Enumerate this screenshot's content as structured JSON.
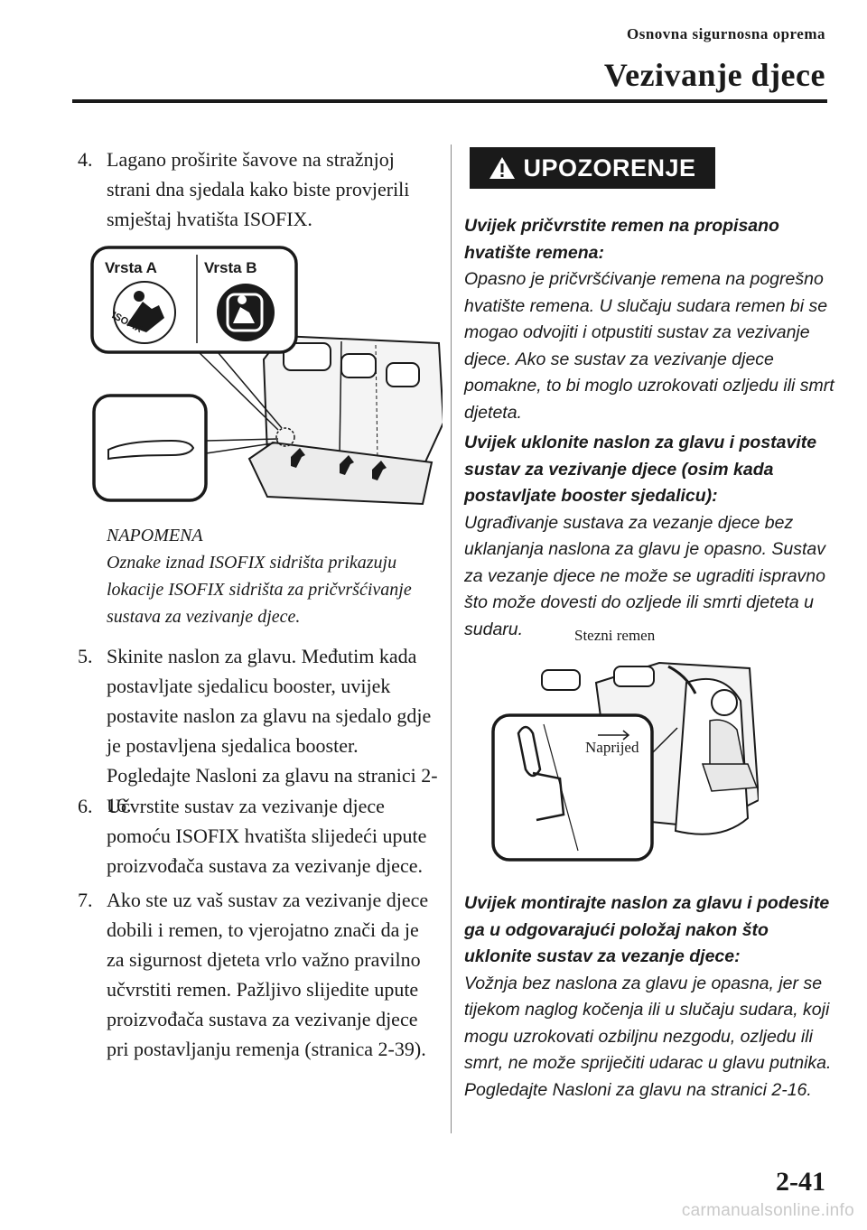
{
  "header": {
    "section": "Osnovna sigurnosna oprema",
    "title": "Vezivanje djece"
  },
  "left_column": {
    "steps": [
      {
        "num": "4.",
        "text": "Lagano proširite šavove na stražnjoj strani dna sjedala kako biste provjerili smještaj hvatišta ISOFIX."
      },
      {
        "num": "5.",
        "text": "Skinite naslon za glavu. Međutim kada postavljate sjedalicu booster, uvijek postavite naslon za glavu na sjedalo gdje je postavljena sjedalica booster. Pogledajte Nasloni za glavu na stranici 2-16."
      },
      {
        "num": "6.",
        "text": "Učvrstite sustav za vezivanje djece pomoću ISOFIX hvatišta slijedeći upute proizvođača sustava za vezivanje djece."
      },
      {
        "num": "7.",
        "text": "Ako ste uz vaš sustav za vezivanje djece dobili i remen, to vjerojatno znači da je za sigurnost djeteta vrlo važno pravilno učvrstiti remen. Pažljivo slijedite upute proizvođača sustava za vezivanje djece pri postavljanju remenja (stranica 2-39)."
      }
    ],
    "figure_a": {
      "label_a": "Vrsta A",
      "label_b": "Vrsta B",
      "isofix_ring_text": "ISOFIX"
    },
    "note": {
      "heading": "NAPOMENA",
      "text": "Oznake iznad ISOFIX sidrišta prikazuju lokacije ISOFIX sidrišta za pričvršćivanje sustava za vezivanje djece."
    }
  },
  "right_column": {
    "warning_label": "UPOZORENJE",
    "blocks": [
      {
        "heading": "Uvijek pričvrstite remen na propisano hvatište remena:",
        "body": "Opasno je pričvršćivanje remena na pogrešno hvatište remena. U slučaju sudara remen bi se mogao odvojiti i otpustiti sustav za vezivanje djece. Ako se sustav za vezivanje djece pomakne, to bi moglo uzrokovati ozljedu ili smrt djeteta."
      },
      {
        "heading": "Uvijek uklonite naslon za glavu i postavite sustav za vezivanje djece (osim kada postavljate booster sjedalicu):",
        "body": "Ugrađivanje sustava za vezanje djece bez uklanjanja naslona za glavu je opasno. Sustav za vezanje djece ne može se ugraditi ispravno što može dovesti do ozljede ili smrti djeteta u sudaru."
      },
      {
        "heading": "Uvijek montirajte naslon za glavu i podesite ga u odgovarajući položaj nakon što uklonite sustav za vezanje djece:",
        "body": "Vožnja bez naslona za glavu je opasna, jer se tijekom naglog kočenja ili u slučaju sudara, koji mogu uzrokovati ozbiljnu nezgodu, ozljedu ili smrt, ne može spriječiti udarac u glavu putnika. Pogledajte Nasloni za glavu na stranici 2-16."
      }
    ],
    "figure_b": {
      "tether_label": "Stezni remen",
      "forward_label": "Naprijed"
    }
  },
  "footer": {
    "page_number": "2-41",
    "watermark": "carmanualsonline.info"
  }
}
